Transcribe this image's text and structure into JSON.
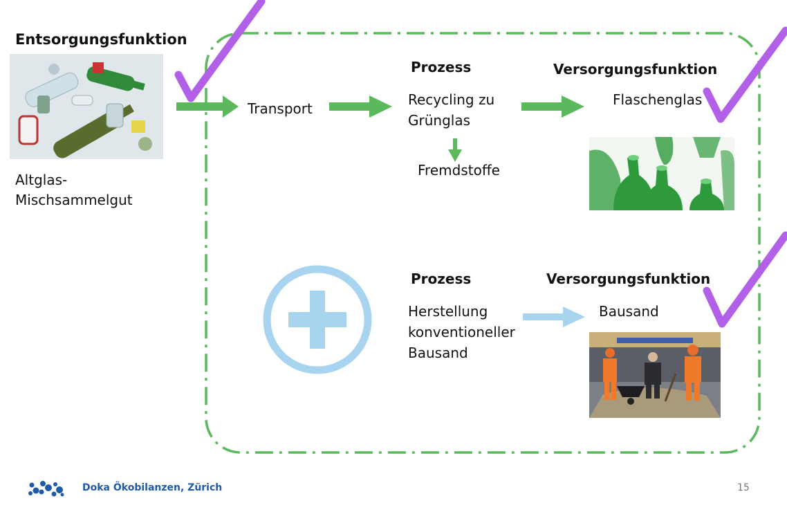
{
  "left": {
    "heading": "Entsorgungsfunktion",
    "caption_line1": "Altglas-",
    "caption_line2": "Mischsammelgut",
    "photo": "mixed-glass-bottles-photo"
  },
  "top_row": {
    "transport": "Transport",
    "process_heading": "Prozess",
    "process_line1": "Recycling zu",
    "process_line2": "Grünglas",
    "byproduct": "Fremdstoffe",
    "supply_heading": "Versorgungsfunktion",
    "supply_item": "Flaschenglas",
    "photo": "green-bottles-photo"
  },
  "bottom_row": {
    "process_heading": "Prozess",
    "process_line1": "Herstellung",
    "process_line2": "konventioneller",
    "process_line3": "Bausand",
    "supply_heading": "Versorgungsfunktion",
    "supply_item": "Bausand",
    "photo": "sand-workers-photo",
    "symbol": "plus-circle-icon"
  },
  "footer": {
    "company": "Doka Ökobilanzen, Zürich",
    "page_number": "15",
    "logo": "doka-logo"
  },
  "colors": {
    "flow_green": "#5cb85c",
    "boundary_green": "#5cb85c",
    "added_process_blue": "#a8d4f0",
    "checkmark_purple": "#b260e8",
    "footer_blue": "#1e5aa8"
  }
}
